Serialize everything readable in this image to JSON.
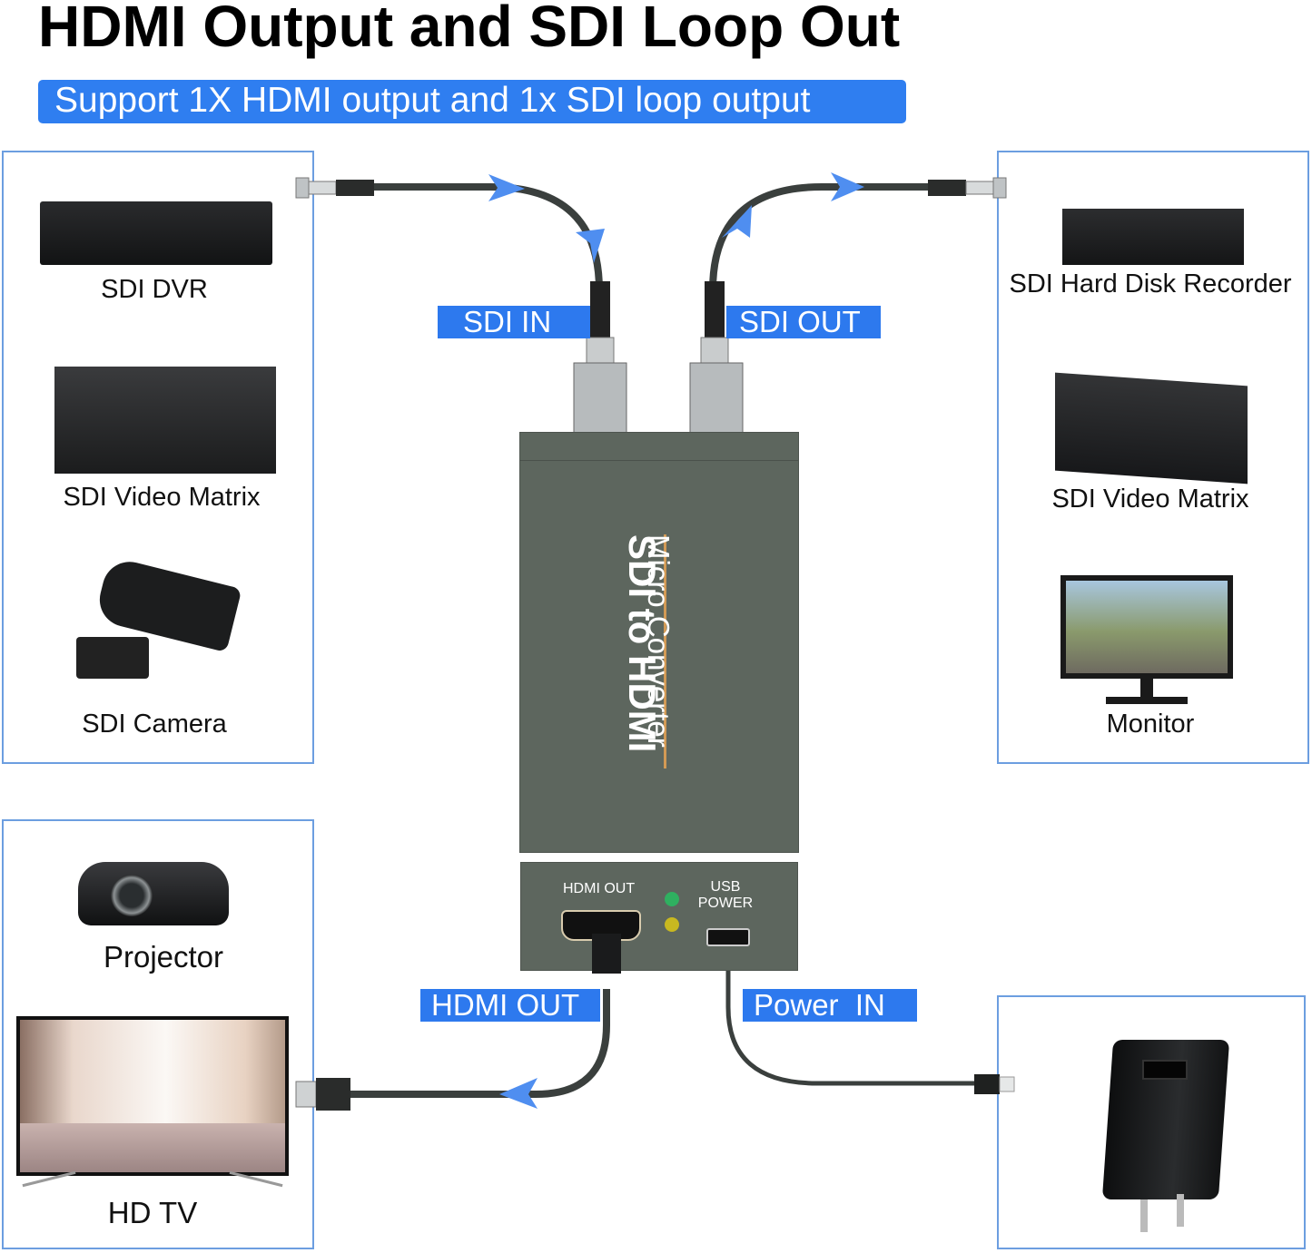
{
  "header": {
    "title": "HDMI Output and SDI Loop Out",
    "subtitle": "Support 1X HDMI output and 1x SDI loop output"
  },
  "sdi_sources": {
    "devices": [
      {
        "label": "SDI DVR",
        "icon": "dvr-icon"
      },
      {
        "label": "SDI Video Matrix",
        "icon": "video-matrix-icon"
      },
      {
        "label": "SDI Camera",
        "icon": "camera-icon"
      }
    ]
  },
  "sdi_destinations": {
    "devices": [
      {
        "label": "SDI Hard Disk Recorder",
        "icon": "hard-disk-recorder-icon"
      },
      {
        "label": "SDI Video Matrix",
        "icon": "video-matrix-icon"
      },
      {
        "label": "Monitor",
        "icon": "monitor-icon"
      }
    ]
  },
  "hdmi_destinations": {
    "devices": [
      {
        "label": "Projector",
        "icon": "projector-icon"
      },
      {
        "label": "HD TV",
        "icon": "tv-icon"
      }
    ]
  },
  "power_source": {
    "icon": "usb-power-adapter-icon"
  },
  "connection_tags": {
    "sdi_in": "SDI IN",
    "sdi_out": "SDI OUT",
    "hdmi_out": "HDMI OUT",
    "power_in": "Power  IN"
  },
  "converter": {
    "line1": "Micro Converter",
    "line2": "SDI to HDMI",
    "port_hdmi": "HDMI OUT",
    "port_usb_line1": "USB",
    "port_usb_line2": "POWER",
    "led_colors": [
      "#2fb060",
      "#c8b820"
    ]
  },
  "colors": {
    "accent_blue": "#2d79ee",
    "panel_border": "#6c9ee0",
    "device_body": "#5d665e",
    "cable": "#3a3f3d",
    "arrow": "#4f8ef0",
    "divider_orange": "#d29a55"
  }
}
